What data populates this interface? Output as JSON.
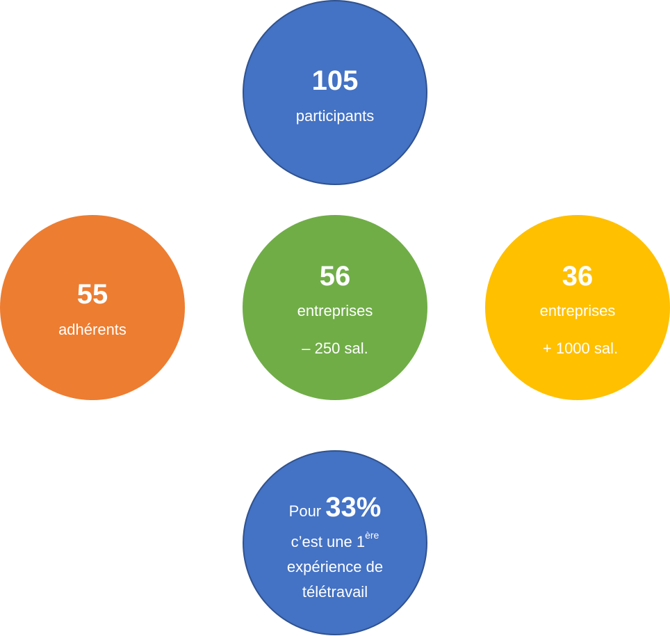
{
  "circles": {
    "participants": {
      "value": "105",
      "label": "participants",
      "color": "#4472c4"
    },
    "adherents": {
      "value": "55",
      "label": "adhérents",
      "color": "#ed7d31"
    },
    "small_companies": {
      "value": "56",
      "label": "entreprises",
      "sublabel": "– 250 sal.",
      "color": "#70ad47"
    },
    "large_companies": {
      "value": "36",
      "label": "entreprises",
      "sublabel": "+ 1000 sal.",
      "color": "#ffc000"
    },
    "telework": {
      "prefix": "Pour",
      "percent": "33%",
      "line2": "c’est une 1",
      "line2_sup": "ère",
      "line3": "expérience de",
      "line4": "télétravail",
      "color": "#4472c4"
    }
  }
}
